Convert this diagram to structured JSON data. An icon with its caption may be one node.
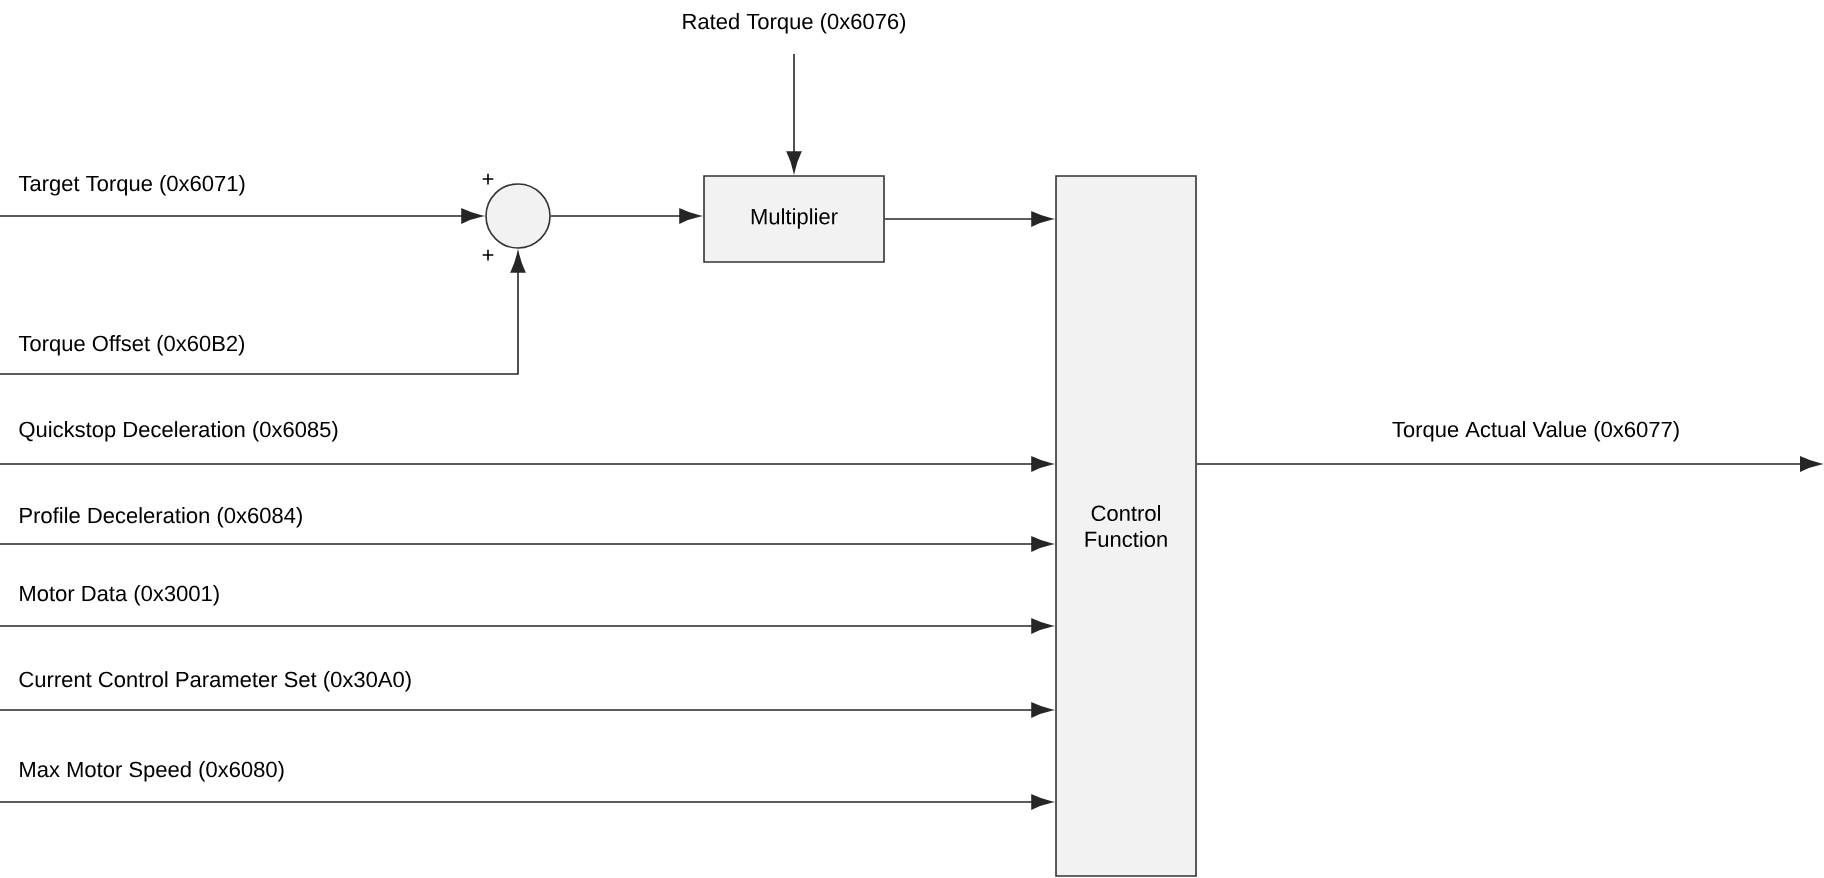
{
  "diagram": {
    "nodes": [
      {
        "text": [],
        "shape": "circle"
      },
      {
        "text": [
          "Multiplier"
        ]
      },
      {
        "text": [
          "Control Function"
        ]
      }
    ],
    "edges": [
      {
        "from": null,
        "to": 0,
        "arrow": "to",
        "label": "Target Torque (0x6071)"
      },
      {
        "from": null,
        "to": 0,
        "arrow": "to",
        "label": "Torque Offset (0x60B2)"
      },
      {
        "from": 0,
        "to": 1,
        "arrow": "to"
      },
      {
        "from": null,
        "to": 1,
        "arrow": "to",
        "label": "Rated Torque (0x6076)"
      },
      {
        "from": 1,
        "to": 2,
        "arrow": "to"
      },
      {
        "from": null,
        "to": 2,
        "arrow": "to",
        "label": "Quickstop Deceleration (0x6085)"
      },
      {
        "from": null,
        "to": 2,
        "arrow": "to",
        "label": "Profile Deceleration (0x6084)"
      },
      {
        "from": null,
        "to": 2,
        "arrow": "to",
        "label": "Motor Data (0x3001)"
      },
      {
        "from": null,
        "to": 2,
        "arrow": "to",
        "label": "Current Control Parameter Set (0x30A0)"
      },
      {
        "from": null,
        "to": 2,
        "arrow": "to",
        "label": "Max Motor Speed (0x6080)"
      },
      {
        "from": 2,
        "to": null,
        "arrow": "to",
        "label": "Torque Actual Value (0x6077)"
      }
    ],
    "labels": [
      "+",
      "+"
    ]
  }
}
